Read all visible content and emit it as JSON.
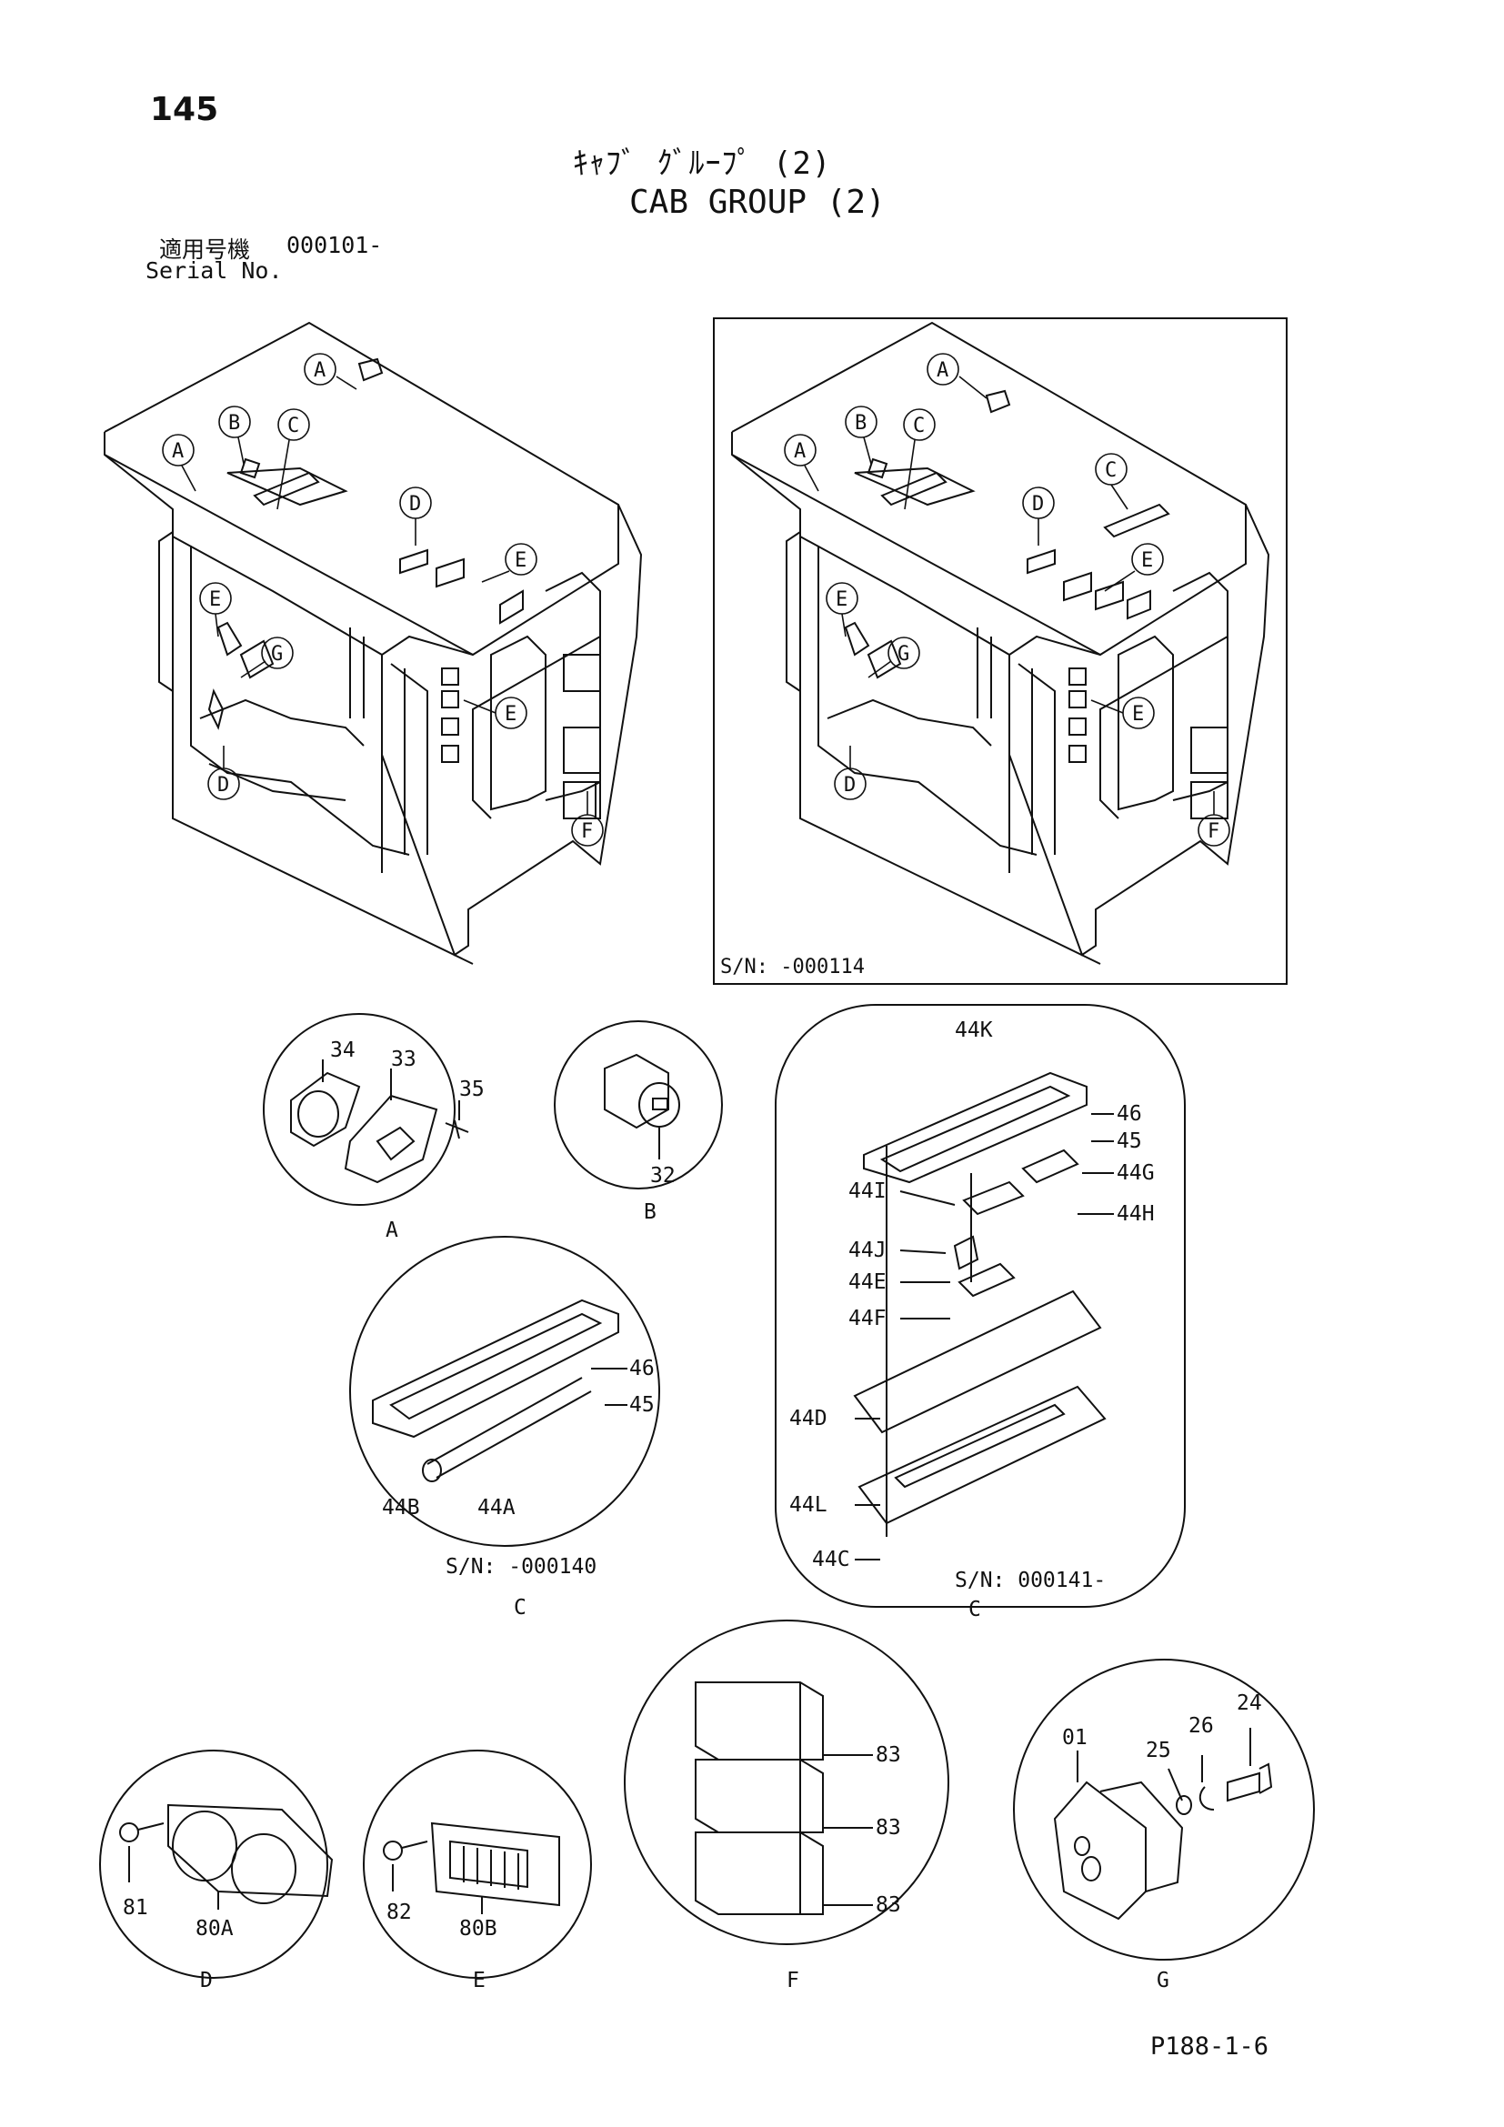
{
  "page_number": "145",
  "title_jp": "ｷｬﾌﾞ ｸﾞﾙｰﾌﾟ (2)",
  "title_en": "CAB GROUP (2)",
  "serial_label_jp": "適用号機",
  "serial_value": "000101-",
  "serial_label_en": "Serial No.",
  "drawing_code": "P188-1-6",
  "cab_callouts": [
    "A",
    "B",
    "C",
    "D",
    "E",
    "F",
    "G"
  ],
  "inset_serial": "S/N:  -000114",
  "details": {
    "A": {
      "letter": "A",
      "parts": [
        "34",
        "33",
        "35"
      ]
    },
    "B": {
      "letter": "B",
      "parts": [
        "32"
      ]
    },
    "C_old": {
      "letter": "C",
      "serial": "S/N:  -000140",
      "parts": [
        "46",
        "45",
        "44B",
        "44A"
      ]
    },
    "C_new": {
      "letter": "C",
      "serial": "S/N:  000141-",
      "parts": [
        "44K",
        "46",
        "45",
        "44G",
        "44H",
        "44I",
        "44J",
        "44E",
        "44F",
        "44D",
        "44L",
        "44C"
      ]
    },
    "D": {
      "letter": "D",
      "parts": [
        "81",
        "80A"
      ]
    },
    "E": {
      "letter": "E",
      "parts": [
        "82",
        "80B"
      ]
    },
    "F": {
      "letter": "F",
      "parts": [
        "83",
        "83",
        "83"
      ]
    },
    "G": {
      "letter": "G",
      "parts": [
        "01",
        "25",
        "26",
        "24"
      ]
    }
  }
}
